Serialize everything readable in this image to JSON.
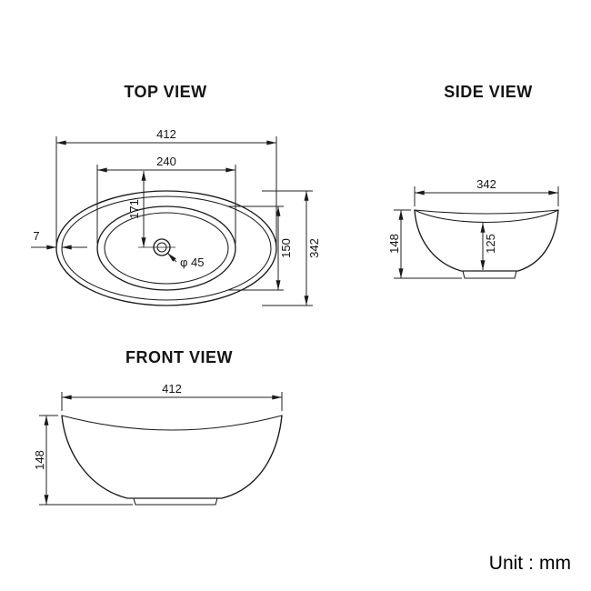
{
  "colors": {
    "line": "#1a1a1a",
    "background": "#ffffff"
  },
  "titles": {
    "top": "TOP VIEW",
    "side": "SIDE VIEW",
    "front": "FRONT VIEW"
  },
  "unit": {
    "word": "Unit",
    "colon": ":",
    "value": "mm"
  },
  "top_view": {
    "overall_width": "412",
    "basin_width": "240",
    "center_to_edge": "171",
    "basin_depth": "150",
    "overall_depth": "342",
    "rim_thickness": "7",
    "drain_diameter": "φ 45"
  },
  "side_view": {
    "width": "342",
    "height": "148",
    "inner_depth": "125"
  },
  "front_view": {
    "width": "412",
    "height": "148"
  }
}
